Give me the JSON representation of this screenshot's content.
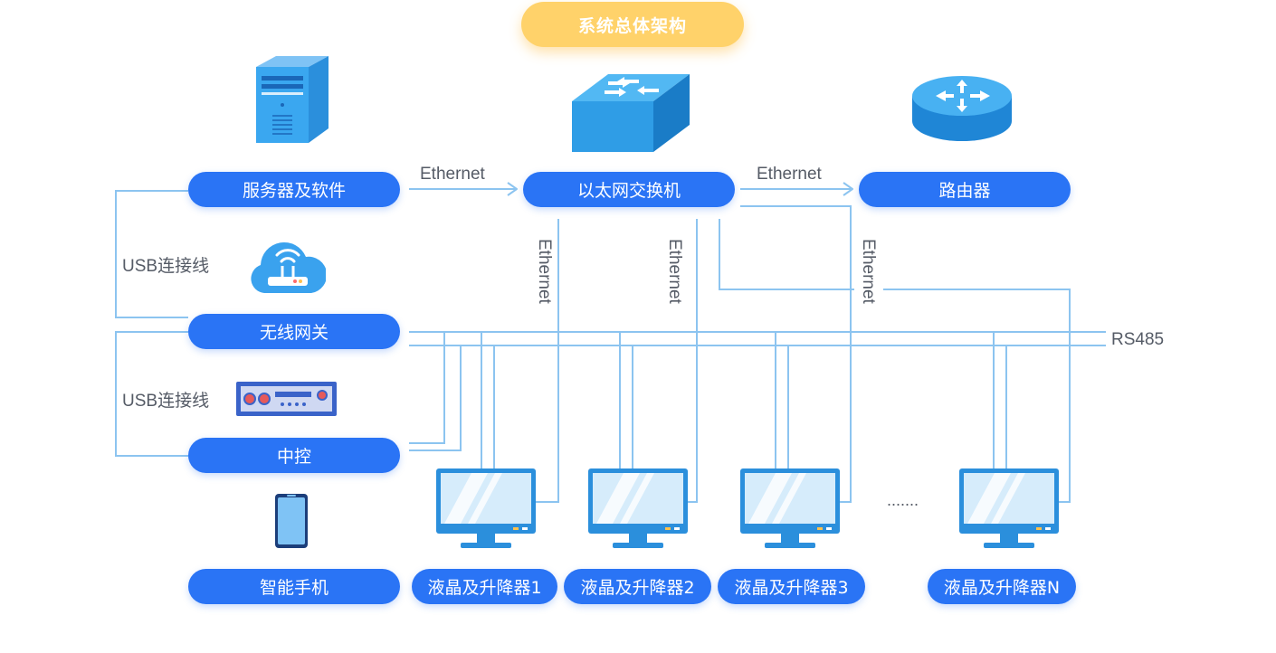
{
  "title": "系统总体架构",
  "nodes": {
    "server": "服务器及软件",
    "switch": "以太网交换机",
    "router": "路由器",
    "gateway": "无线网关",
    "controller": "中控",
    "phone": "智能手机",
    "lcd1": "液晶及升降器1",
    "lcd2": "液晶及升降器2",
    "lcd3": "液晶及升降器3",
    "lcdn": "液晶及升降器N"
  },
  "labels": {
    "eth_server_switch": "Ethernet",
    "eth_switch_router": "Ethernet",
    "eth_vertical_1": "Ethernet",
    "eth_vertical_2": "Ethernet",
    "eth_vertical_3": "Ethernet",
    "usb_1": "USB连接线",
    "usb_2": "USB连接线",
    "rs485": "RS485",
    "ellipsis": "......."
  },
  "icons": [
    "server-tower-icon",
    "network-switch-icon",
    "router-icon",
    "wireless-gateway-icon",
    "controller-device-icon",
    "smartphone-icon",
    "monitor-icon"
  ],
  "colors": {
    "accent": "#2a74f5",
    "wire": "#8cc4f0",
    "title": "#ffd26a"
  }
}
